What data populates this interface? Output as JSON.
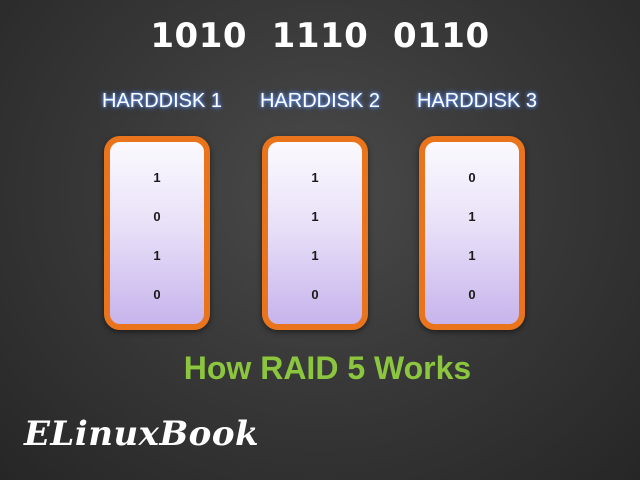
{
  "title": "1010  1110  0110",
  "disks": [
    {
      "label": "HARDDISK 1",
      "bits": [
        "1",
        "0",
        "1",
        "0"
      ]
    },
    {
      "label": "HARDDISK 2",
      "bits": [
        "1",
        "1",
        "1",
        "0"
      ]
    },
    {
      "label": "HARDDISK 3",
      "bits": [
        "0",
        "1",
        "1",
        "0"
      ]
    }
  ],
  "caption": "How RAID 5 Works",
  "logo": "ELinuxBook",
  "colors": {
    "disk_border": "#e9741c",
    "caption": "#8cc63e",
    "label_glow": "#4a78d8"
  }
}
